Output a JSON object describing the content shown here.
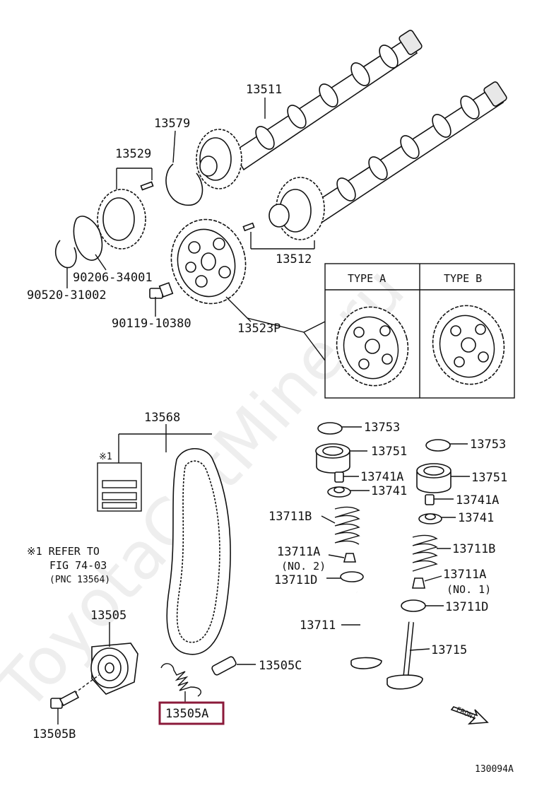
{
  "watermark": "ToyotaCatMine.ru",
  "highlight_color": "#8b1a3a",
  "labels": {
    "p13511": "13511",
    "p13579": "13579",
    "p13529": "13529",
    "p13512": "13512",
    "p90206": "90206-34001",
    "p90520": "90520-31002",
    "p90119": "90119-10380",
    "p13523P": "13523P",
    "p13568": "13568",
    "p13753a": "13753",
    "p13751a": "13751",
    "p13741Aa": "13741A",
    "p13741a": "13741",
    "p13711Ba": "13711B",
    "p13711Aa": "13711A",
    "no2": "(NO. 2)",
    "p13711Da": "13711D",
    "p13711": "13711",
    "p13753b": "13753",
    "p13751b": "13751",
    "p13741Ab": "13741A",
    "p13741b": "13741",
    "p13711Bb": "13711B",
    "p13711Ab": "13711A",
    "no1": "(NO. 1)",
    "p13711Db": "13711D",
    "p13715": "13715",
    "p13505": "13505",
    "p13505C": "13505C",
    "p13505A": "13505A",
    "p13505B": "13505B",
    "front": "FRONT",
    "fig_code": "130094A"
  },
  "type_box": {
    "type_a": "TYPE A",
    "type_b": "TYPE B"
  },
  "note": {
    "marker": "※1",
    "line1": "※1 REFER TO",
    "line2": "FIG 74-03",
    "line3": "(PNC 13564)"
  }
}
